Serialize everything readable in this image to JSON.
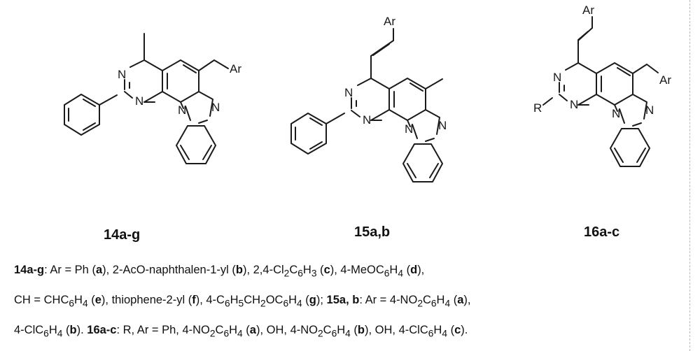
{
  "compounds": [
    {
      "label": "14a-g",
      "atoms": {
        "n1": "N",
        "n2": "N",
        "n3": "N",
        "n4": "N",
        "ar": "Ar"
      }
    },
    {
      "label": "15a,b",
      "atoms": {
        "n1": "N",
        "n2": "N",
        "n3": "N",
        "n4": "N",
        "ar": "Ar"
      }
    },
    {
      "label": "16a-c",
      "atoms": {
        "n1": "N",
        "n2": "N",
        "n3": "N",
        "n4": "N",
        "ar": "Ar",
        "ar2": "Ar",
        "r": "R"
      }
    }
  ],
  "caption": {
    "line1": [
      {
        "t": "14a-g",
        "b": true
      },
      {
        "t": ": Ar = Ph ("
      },
      {
        "t": "a",
        "b": true
      },
      {
        "t": "), 2-AcO-naphthalen-1-yl ("
      },
      {
        "t": "b",
        "b": true
      },
      {
        "t": "), 2,4-Cl"
      },
      {
        "t": "2",
        "sub": true
      },
      {
        "t": "C"
      },
      {
        "t": "6",
        "sub": true
      },
      {
        "t": "H"
      },
      {
        "t": "3",
        "sub": true
      },
      {
        "t": " ("
      },
      {
        "t": "c",
        "b": true
      },
      {
        "t": "), 4-MeOC"
      },
      {
        "t": "6",
        "sub": true
      },
      {
        "t": "H"
      },
      {
        "t": "4",
        "sub": true
      },
      {
        "t": " ("
      },
      {
        "t": "d",
        "b": true
      },
      {
        "t": "),"
      }
    ],
    "line2": [
      {
        "t": "CH = CHC"
      },
      {
        "t": "6",
        "sub": true
      },
      {
        "t": "H"
      },
      {
        "t": "4",
        "sub": true
      },
      {
        "t": " ("
      },
      {
        "t": "e",
        "b": true
      },
      {
        "t": "), thiophene-2-yl ("
      },
      {
        "t": "f",
        "b": true
      },
      {
        "t": "), 4-C"
      },
      {
        "t": "6",
        "sub": true
      },
      {
        "t": "H"
      },
      {
        "t": "5",
        "sub": true
      },
      {
        "t": "CH"
      },
      {
        "t": "2",
        "sub": true
      },
      {
        "t": "OC"
      },
      {
        "t": "6",
        "sub": true
      },
      {
        "t": "H"
      },
      {
        "t": "4",
        "sub": true
      },
      {
        "t": " ("
      },
      {
        "t": "g",
        "b": true
      },
      {
        "t": "); "
      },
      {
        "t": "15a, b",
        "b": true
      },
      {
        "t": ": Ar = 4-NO"
      },
      {
        "t": "2",
        "sub": true
      },
      {
        "t": "C"
      },
      {
        "t": "6",
        "sub": true
      },
      {
        "t": "H"
      },
      {
        "t": "4",
        "sub": true
      },
      {
        "t": " ("
      },
      {
        "t": "a",
        "b": true
      },
      {
        "t": "),"
      }
    ],
    "line3": [
      {
        "t": "4-ClC"
      },
      {
        "t": "6",
        "sub": true
      },
      {
        "t": "H"
      },
      {
        "t": "4",
        "sub": true
      },
      {
        "t": " ("
      },
      {
        "t": "b",
        "b": true
      },
      {
        "t": "). "
      },
      {
        "t": "16a-c",
        "b": true
      },
      {
        "t": ": R, Ar = Ph, 4-NO"
      },
      {
        "t": "2",
        "sub": true
      },
      {
        "t": "C"
      },
      {
        "t": "6",
        "sub": true
      },
      {
        "t": "H"
      },
      {
        "t": "4",
        "sub": true
      },
      {
        "t": " ("
      },
      {
        "t": "a",
        "b": true
      },
      {
        "t": "), OH, 4-NO"
      },
      {
        "t": "2",
        "sub": true
      },
      {
        "t": "C"
      },
      {
        "t": "6",
        "sub": true
      },
      {
        "t": "H"
      },
      {
        "t": "4",
        "sub": true
      },
      {
        "t": " ("
      },
      {
        "t": "b",
        "b": true
      },
      {
        "t": "), OH, 4-ClC"
      },
      {
        "t": "6",
        "sub": true
      },
      {
        "t": "H"
      },
      {
        "t": "4",
        "sub": true
      },
      {
        "t": " ("
      },
      {
        "t": "c",
        "b": true
      },
      {
        "t": ")."
      }
    ]
  }
}
